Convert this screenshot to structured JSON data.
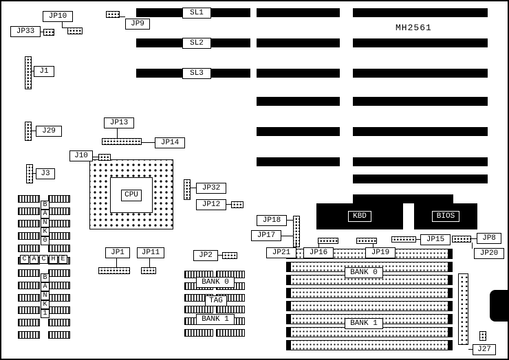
{
  "title": "MH2561",
  "slot_labels": {
    "sl1": "SL1",
    "sl2": "SL2",
    "sl3": "SL3"
  },
  "labels": {
    "jp10": "JP10",
    "jp33": "JP33",
    "jp9": "JP9",
    "j1": "J1",
    "j29": "J29",
    "jp13": "JP13",
    "jp14": "JP14",
    "j10": "J10",
    "j3": "J3",
    "cpu": "CPU",
    "jp32": "JP32",
    "jp12": "JP12",
    "jp1": "JP1",
    "jp11": "JP11",
    "jp2": "JP2",
    "kbd": "KBD",
    "bios": "BIOS",
    "jp18": "JP18",
    "jp17": "JP17",
    "jp21": "JP21",
    "jp16": "JP16",
    "jp19": "JP19",
    "jp15": "JP15",
    "jp8": "JP8",
    "jp20": "JP20",
    "j27": "J27",
    "cache_bank0": "BANK 0",
    "cache_tag": "TAG",
    "cache_bank1": "BANK 1",
    "simm_bank0": "BANK 0",
    "simm_bank1": "BANK 1"
  },
  "cache_letters": {
    "bank0": [
      "B",
      "A",
      "N",
      "K",
      "0"
    ],
    "cache": [
      "C",
      "A",
      "C",
      "H",
      "E"
    ],
    "bank1": [
      "B",
      "A",
      "N",
      "K",
      "1"
    ]
  },
  "colors": {
    "ink": "#000000",
    "paper": "#ffffff"
  }
}
